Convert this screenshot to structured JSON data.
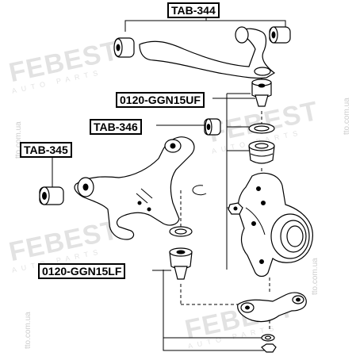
{
  "labels": {
    "tab344": "TAB-344",
    "ggn15uf": "0120-GGN15UF",
    "tab346": "TAB-346",
    "tab345": "TAB-345",
    "ggn15lf": "0120-GGN15LF"
  },
  "watermark": {
    "logo": "FEBEST",
    "sub": "AUTO PARTS",
    "url": "tto.com.ua"
  }
}
